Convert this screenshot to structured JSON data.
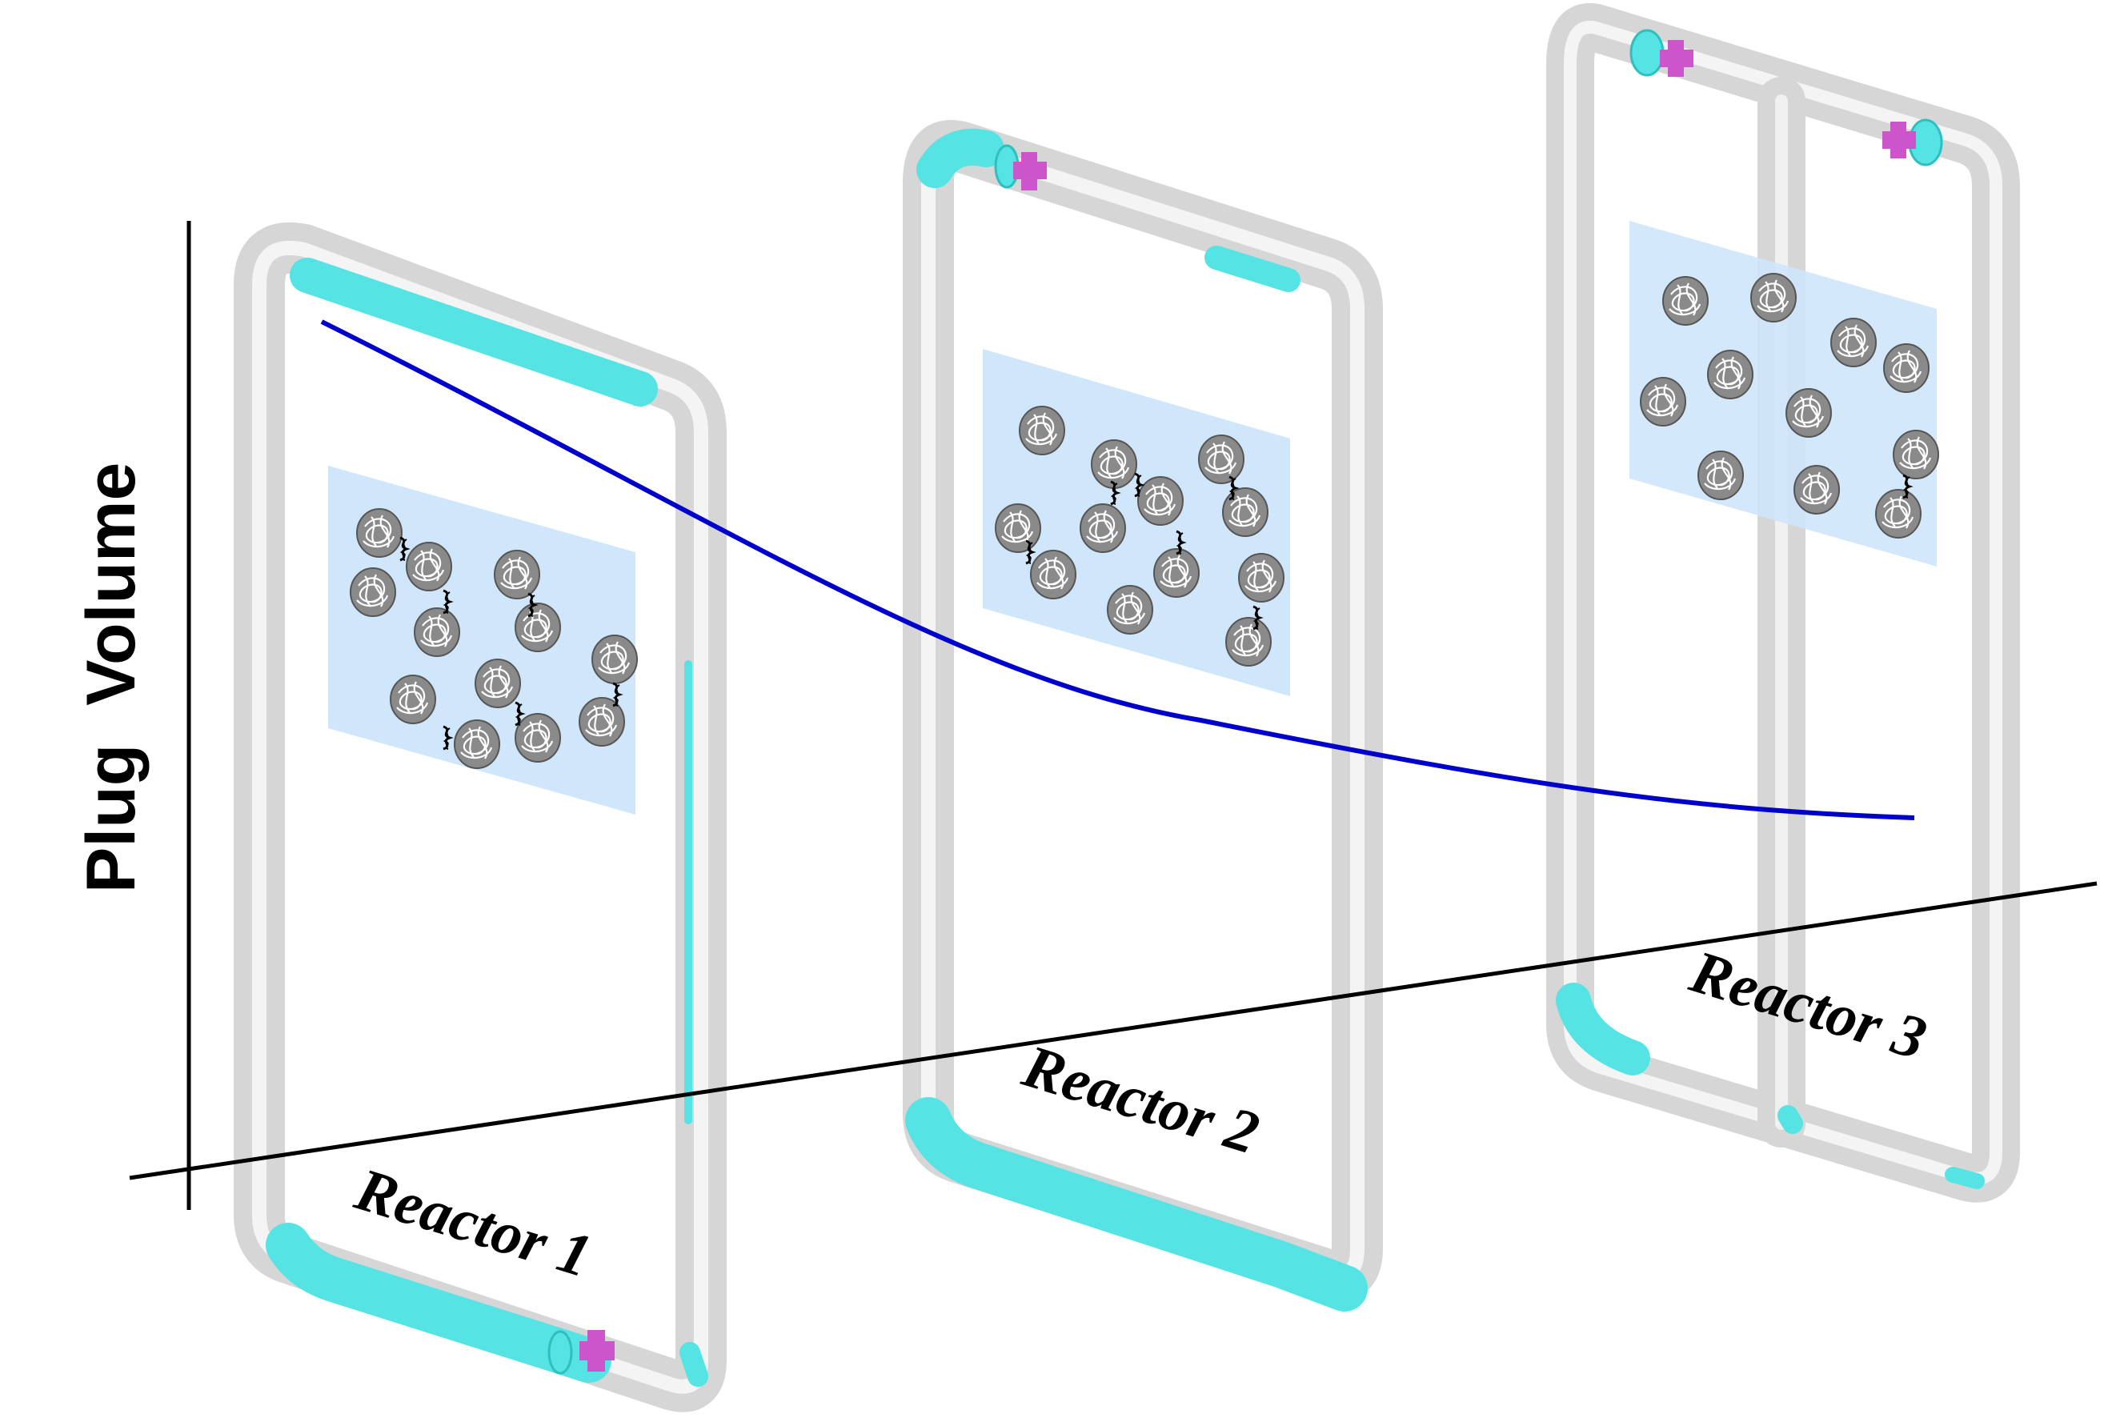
{
  "figure": {
    "y_axis_label": "Plug  Volume",
    "reactors": [
      {
        "label": "Reactor 1"
      },
      {
        "label": "Reactor 2"
      },
      {
        "label": "Reactor 3"
      }
    ]
  },
  "colors": {
    "tube": "#d6d6d6",
    "tube_highlight": "#f4f4f4",
    "fluid": "#55e3e3",
    "panel": "#cfe6fb",
    "particle": "#8a8a8a",
    "curve": "#0000cc",
    "axis": "#000000",
    "port": "#cc55cc"
  }
}
